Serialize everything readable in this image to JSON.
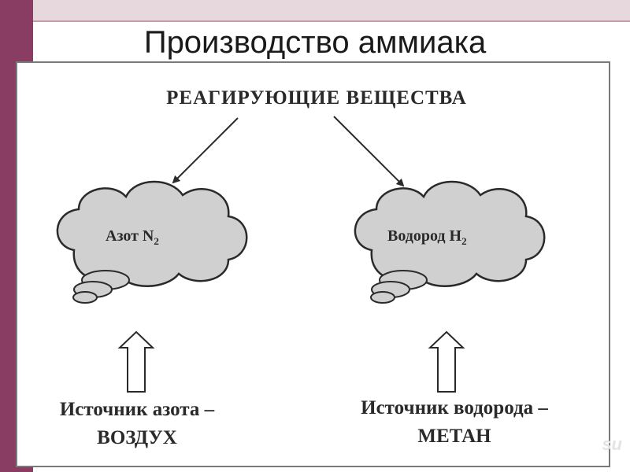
{
  "slide": {
    "title": "Производство аммиака"
  },
  "diagram": {
    "heading": "РЕАГИРУЮЩИЕ  ВЕЩЕСТВА",
    "left_cloud": {
      "label": "Азот N",
      "subscript": "2"
    },
    "right_cloud": {
      "label": "Водород H",
      "subscript": "2"
    },
    "left_source": {
      "line1": "Источник азота –",
      "line2": "ВОЗДУХ"
    },
    "right_source": {
      "line1": "Источник водорода –",
      "line2": "МЕТАН"
    }
  },
  "watermark": "su",
  "colors": {
    "sidebar": "#8a3d62",
    "top_band": "#e6d8dc",
    "frame_border": "#7a7a7a",
    "cloud_fill": "#d0d0d0",
    "cloud_stroke": "#2a2a2a"
  }
}
